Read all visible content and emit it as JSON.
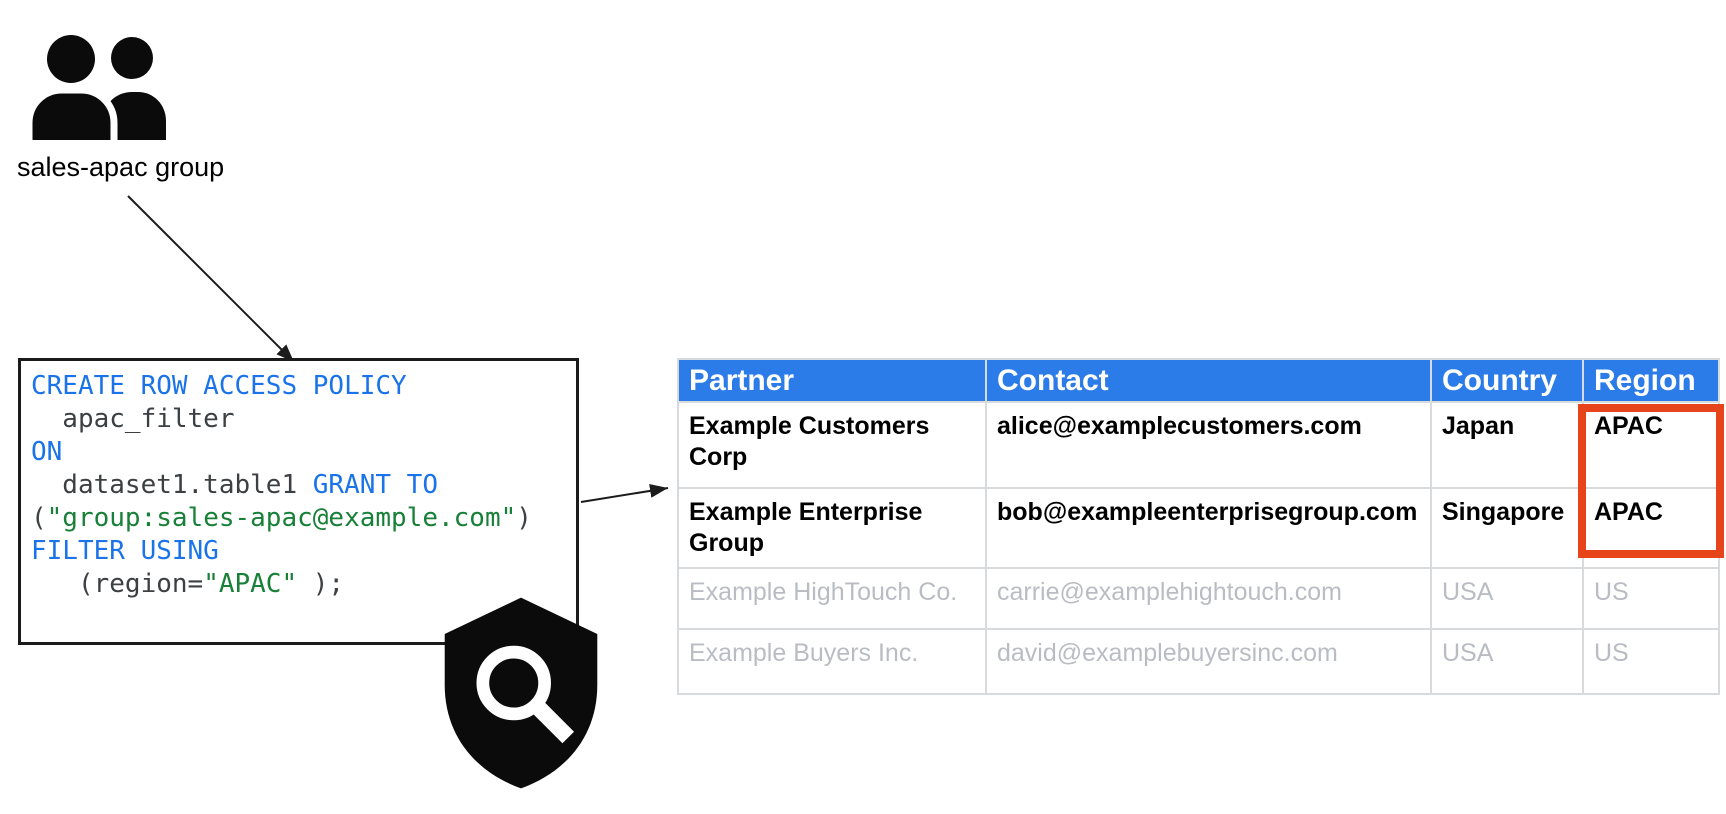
{
  "group": {
    "label": "sales-apac group",
    "icon": "people-group-icon"
  },
  "policy_code": {
    "icon": "shield-search-icon",
    "lines": [
      [
        {
          "t": "CREATE ROW ACCESS POLICY",
          "c": "keyword"
        }
      ],
      [
        {
          "t": "  apac_filter",
          "c": "identifier"
        }
      ],
      [
        {
          "t": "ON",
          "c": "keyword"
        }
      ],
      [
        {
          "t": "  dataset1.table1 ",
          "c": "identifier"
        },
        {
          "t": "GRANT TO",
          "c": "keyword"
        }
      ],
      [
        {
          "t": "(",
          "c": "identifier"
        },
        {
          "t": "\"group:sales-apac@example.com\"",
          "c": "string"
        },
        {
          "t": ")",
          "c": "identifier"
        }
      ],
      [
        {
          "t": "FILTER USING",
          "c": "keyword"
        }
      ],
      [
        {
          "t": "   (region=",
          "c": "identifier"
        },
        {
          "t": "\"APAC\"",
          "c": "string"
        },
        {
          "t": " );",
          "c": "identifier"
        }
      ]
    ]
  },
  "table": {
    "headers": [
      "Partner",
      "Contact",
      "Country",
      "Region"
    ],
    "rows": [
      {
        "cells": [
          "Example Customers\nCorp",
          "alice@examplecustomers.com",
          "Japan",
          "APAC"
        ],
        "muted": false
      },
      {
        "cells": [
          "Example Enterprise\nGroup",
          "bob@exampleenterprisegroup.com",
          "Singapore",
          "APAC"
        ],
        "muted": false
      },
      {
        "cells": [
          "Example HighTouch Co.",
          "carrie@examplehightouch.com",
          "USA",
          "US"
        ],
        "muted": true
      },
      {
        "cells": [
          "Example Buyers Inc.",
          "david@examplebuyersinc.com",
          "USA",
          "US"
        ],
        "muted": true
      }
    ]
  },
  "colors": {
    "code_keyword": "#1A73E8",
    "code_identifier": "#3C4043",
    "code_string": "#188038",
    "table_header_bg": "#2B7BE8",
    "muted_text": "#B9BDC3",
    "cell_border": "#D8DBDE",
    "highlight_border": "#E8441B",
    "icon_black": "#0B0B0B",
    "arrow": "#1C1C1C"
  }
}
